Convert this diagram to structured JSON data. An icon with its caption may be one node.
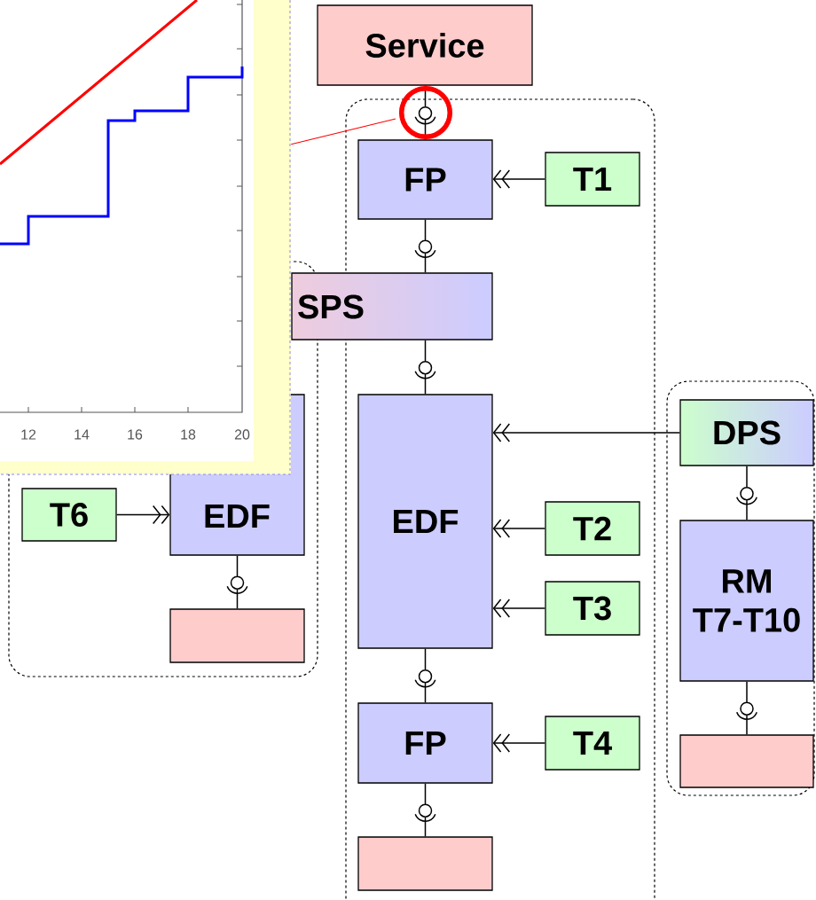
{
  "diagram": {
    "nodes": [
      {
        "text": [],
        "shape": "picture"
      },
      {
        "text": [
          "Service"
        ]
      },
      {
        "text": [],
        "shape": "box"
      },
      {
        "text": [
          "FP"
        ],
        "in": 2
      },
      {
        "text": [
          "T1"
        ],
        "in": 2
      },
      {
        "text": [],
        "shape": "box"
      },
      {
        "text": [
          "SPS"
        ]
      },
      {
        "text": [
          "EDF"
        ],
        "in": 2
      },
      {
        "text": [],
        "shape": "box"
      },
      {
        "text": [
          "DPS"
        ],
        "in": 8
      },
      {
        "text": [
          "EDF"
        ],
        "in": 5
      },
      {
        "text": [
          "T6"
        ],
        "in": 5
      },
      {
        "text": [
          "T2"
        ],
        "in": 2
      },
      {
        "text": [
          "T3"
        ],
        "in": 2
      },
      {
        "text": [
          "RM",
          "T7-T10"
        ],
        "in": 8
      },
      {
        "text": [],
        "shape": "box",
        "in": 5
      },
      {
        "text": [
          "FP"
        ],
        "in": 2
      },
      {
        "text": [
          "T4"
        ],
        "in": 2
      },
      {
        "text": [],
        "shape": "box",
        "in": 8
      },
      {
        "text": [],
        "shape": "box",
        "in": 2
      }
    ],
    "edges": [
      {
        "from": 1,
        "to": 3,
        "arrow": "none"
      },
      {
        "from": 0,
        "to": null,
        "arrow": "none",
        "color": "#ff0000"
      },
      {
        "from": 4,
        "to": 3,
        "arrow": "to"
      },
      {
        "from": 3,
        "to": 6,
        "arrow": "none"
      },
      {
        "from": 6,
        "to": 7,
        "arrow": "none"
      },
      {
        "from": 9,
        "to": 7,
        "arrow": "to"
      },
      {
        "from": 12,
        "to": 7,
        "arrow": "to"
      },
      {
        "from": 13,
        "to": 7,
        "arrow": "to"
      },
      {
        "from": 11,
        "to": 10,
        "arrow": "to"
      },
      {
        "from": 10,
        "to": 15,
        "arrow": "none"
      },
      {
        "from": 9,
        "to": 14,
        "arrow": "none"
      },
      {
        "from": 14,
        "to": 18,
        "arrow": "none"
      },
      {
        "from": 7,
        "to": 16,
        "arrow": "none"
      },
      {
        "from": 17,
        "to": 16,
        "arrow": "to"
      },
      {
        "from": 16,
        "to": 19,
        "arrow": "none"
      }
    ],
    "labels": [
      "12",
      "14",
      "16",
      "18",
      "20"
    ]
  }
}
